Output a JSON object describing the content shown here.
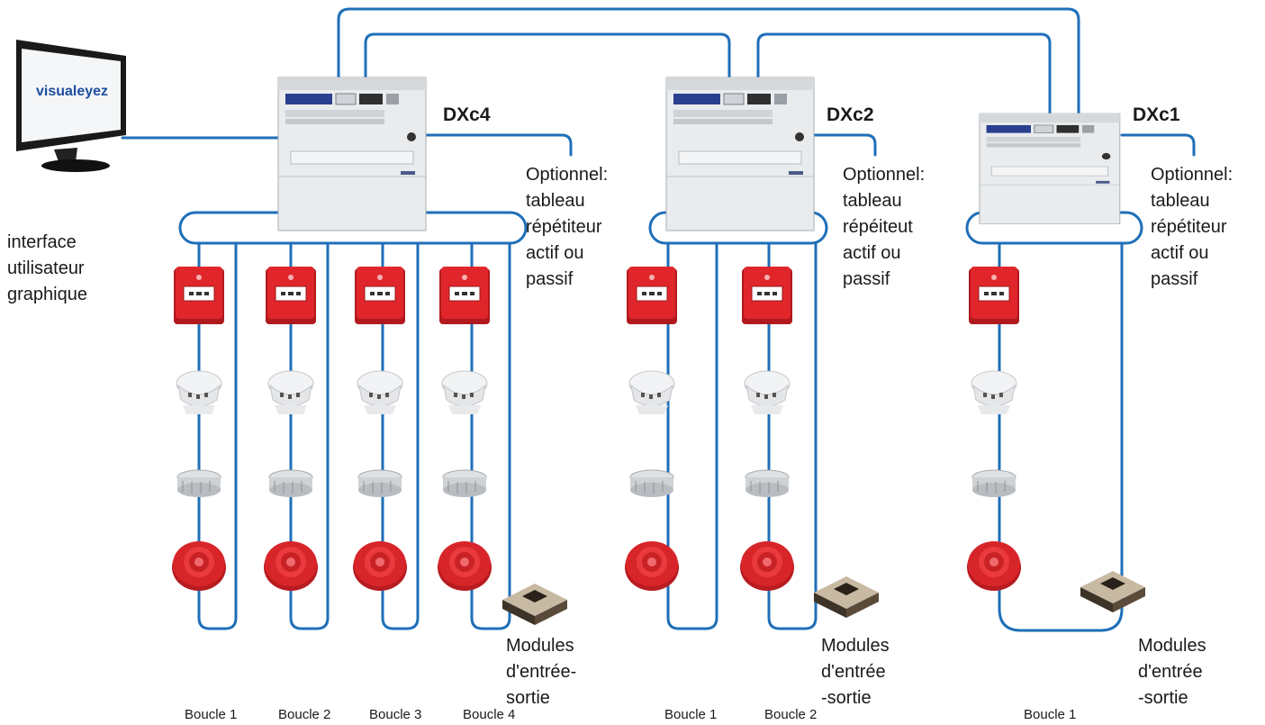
{
  "monitor": {
    "logo_text": "visualeyez"
  },
  "gui_label": "interface\nutilisateur\ngraphique",
  "panels": [
    {
      "name": "DXc4",
      "loops": [
        "Boucle 1",
        "Boucle 2",
        "Boucle 3",
        "Boucle 4"
      ],
      "optional_label": "Optionnel:\ntableau\nrépétiteur\nactif ou\npassif",
      "modules_label": "Modules\nd'entrée-\nsortie"
    },
    {
      "name": "DXc2",
      "loops": [
        "Boucle 1",
        "Boucle 2"
      ],
      "optional_label": "Optionnel:\ntableau\nrépéiteut\nactif ou\npassif",
      "modules_label": "Modules\nd'entrée\n-sortie"
    },
    {
      "name": "DXc1",
      "loops": [
        "Boucle 1"
      ],
      "optional_label": "Optionnel:\ntableau\nrépétiteur\nactif ou\npassif",
      "modules_label": "Modules\nd'entrée\n-sortie"
    }
  ],
  "device_types": [
    "manual-call-point",
    "smoke-detector",
    "heat-detector",
    "sounder"
  ],
  "colors": {
    "wire": "#1f6fb8",
    "call_point": "#e0262b",
    "sounder": "#d8252a",
    "panel_body": "#e9ebed",
    "text": "#1a1a1a"
  }
}
